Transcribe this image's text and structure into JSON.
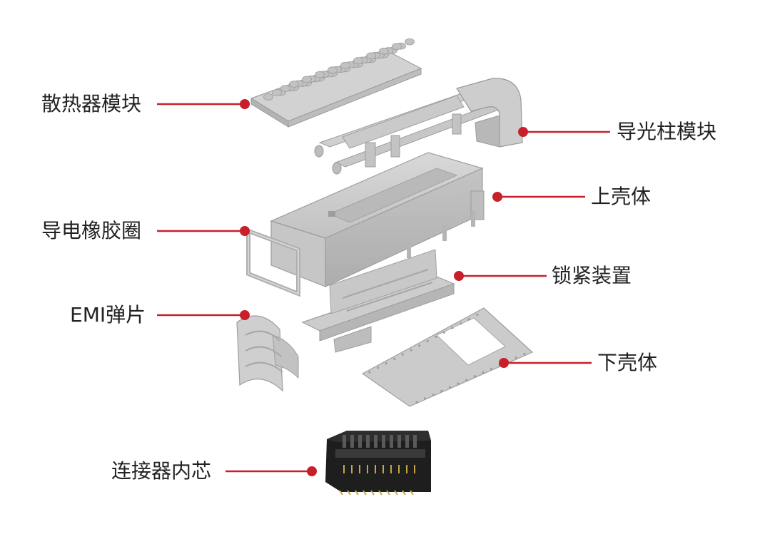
{
  "labels": {
    "heatsink_module": "散热器模块",
    "light_pipe_module": "导光柱模块",
    "upper_shell": "上壳体",
    "conductive_gasket": "导电橡胶圈",
    "locking_device": "锁紧装置",
    "emi_spring": "EMI弹片",
    "lower_shell": "下壳体",
    "connector_core": "连接器内芯"
  },
  "colors": {
    "accent": "#c8202a",
    "part_gray": "#c9c9c9",
    "part_dark_gray": "#a9a9a9",
    "connector_black": "#1e1e1e",
    "pin_gold": "#c9a440"
  }
}
